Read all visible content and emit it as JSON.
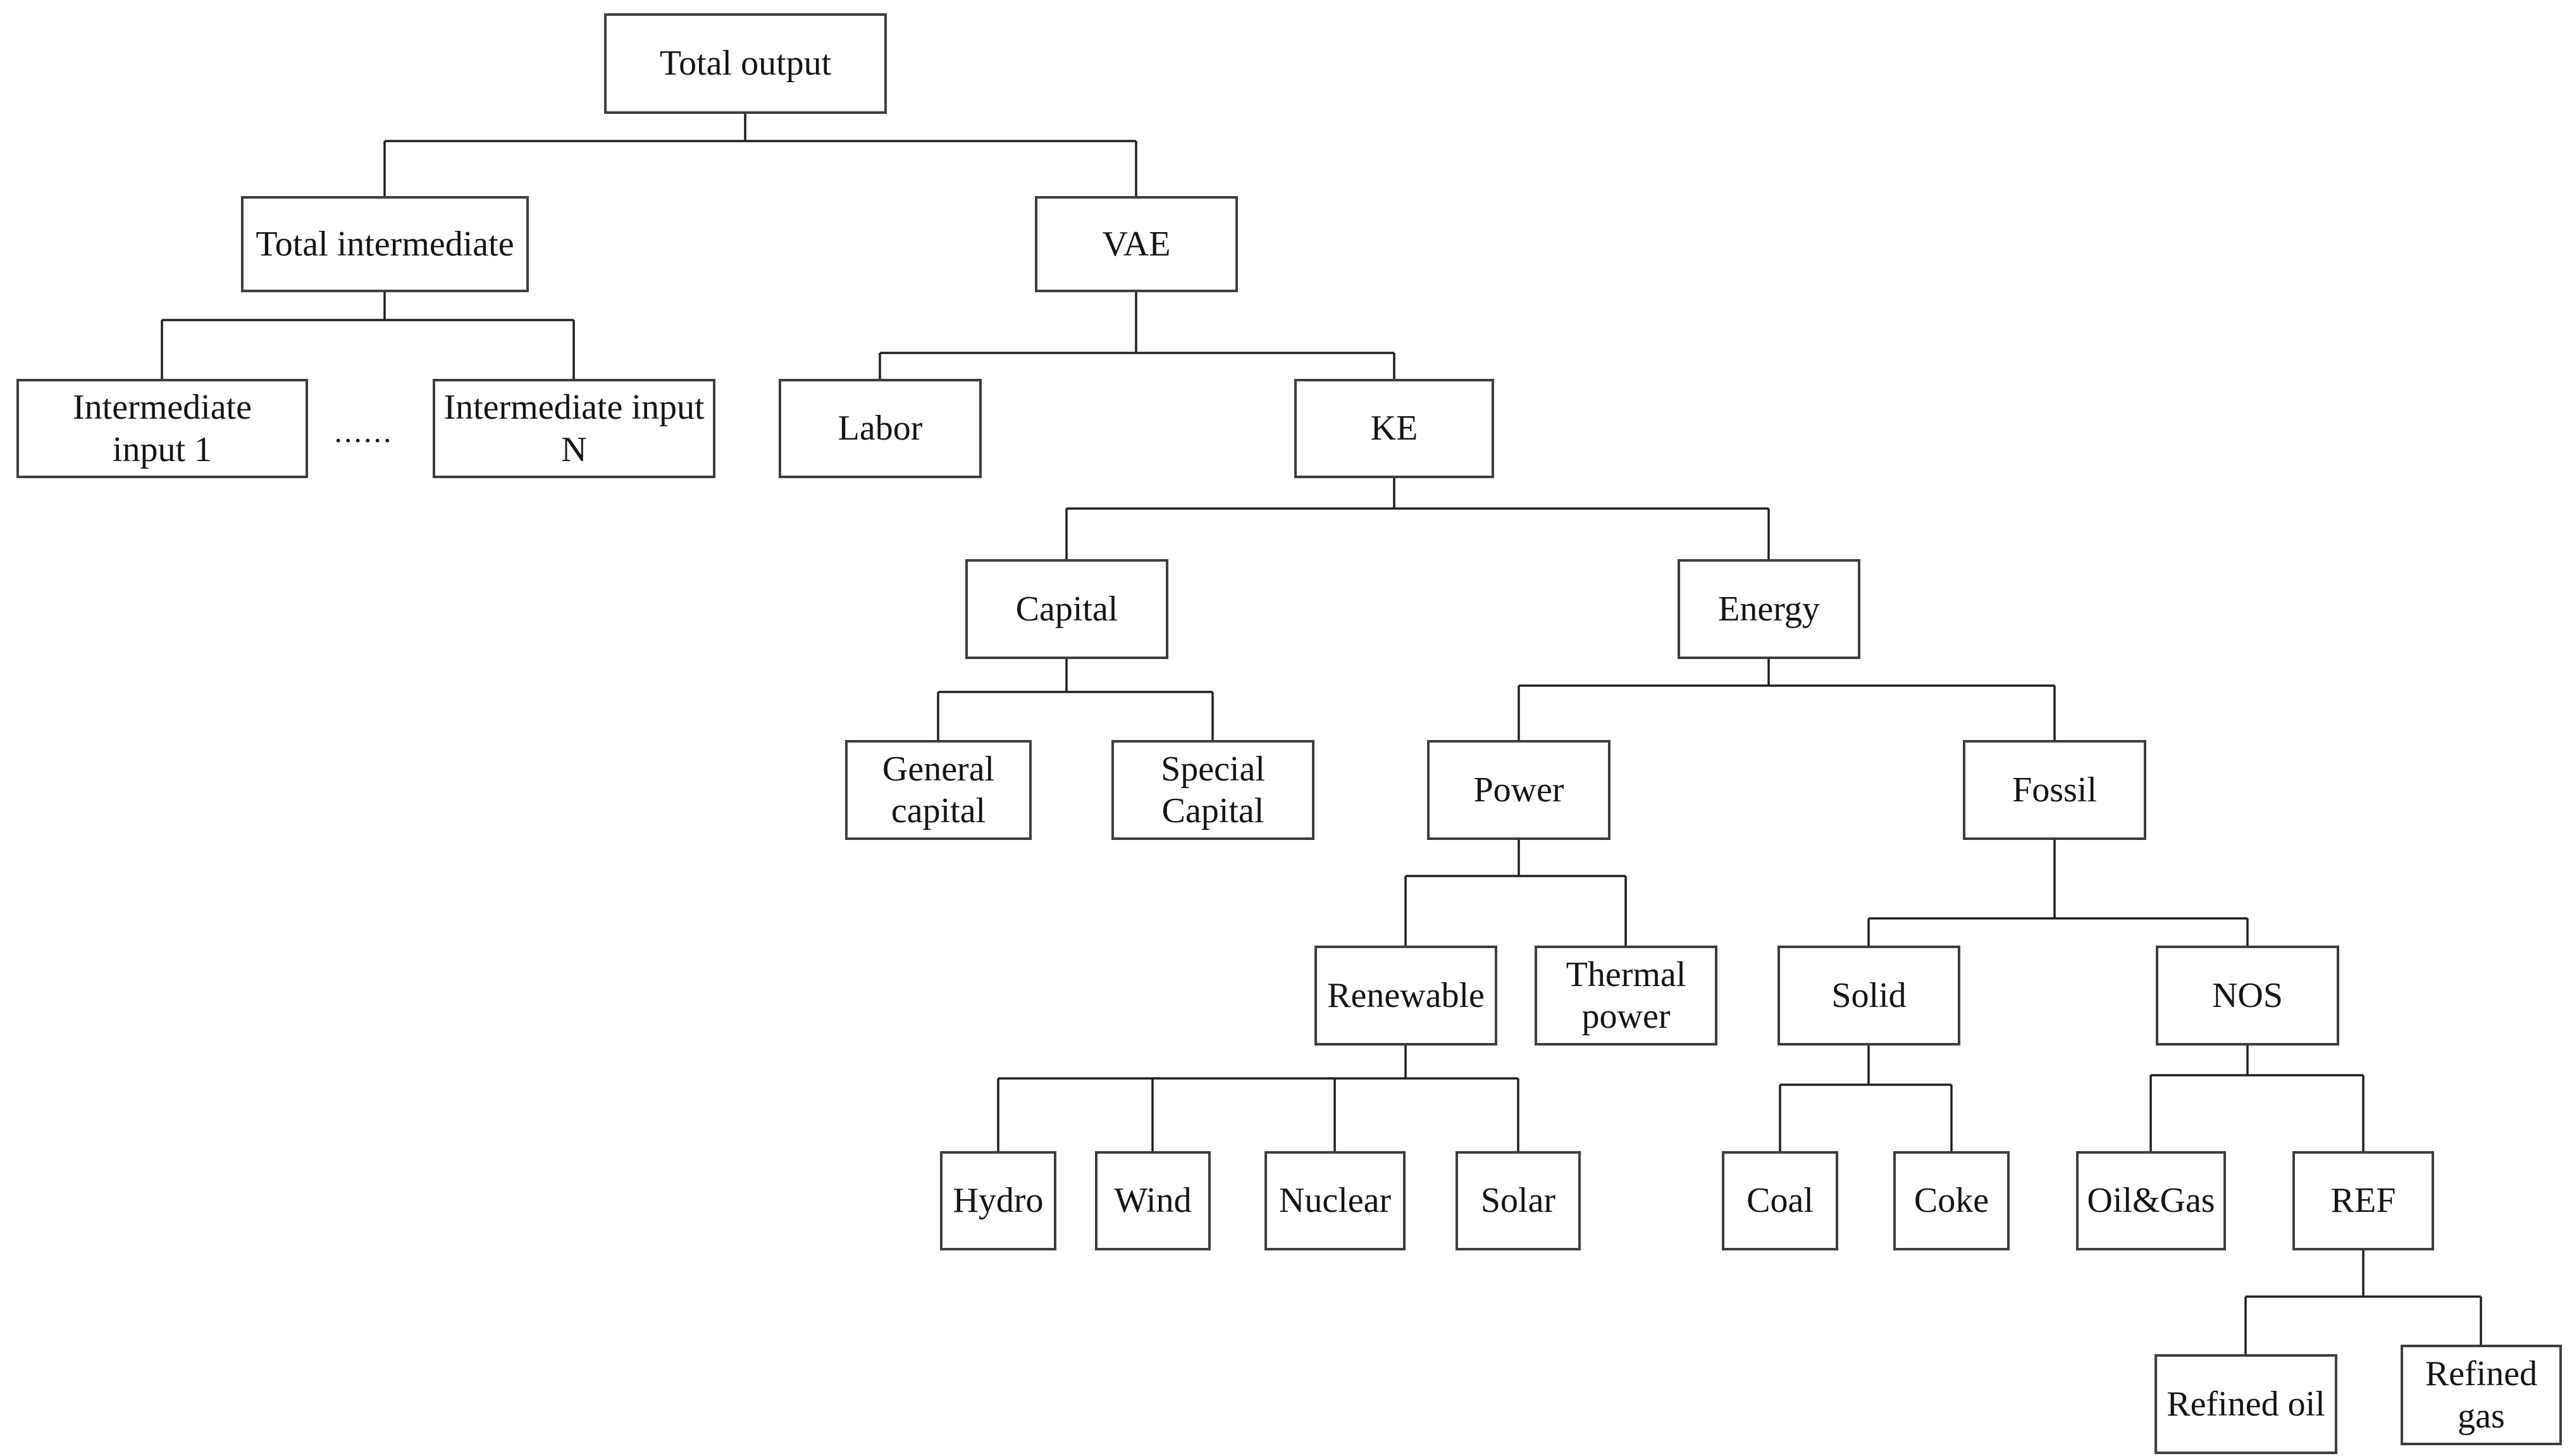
{
  "figure": {
    "type": "hierarchical-tree",
    "background": "#ffffff",
    "box_fill": "#ffffff",
    "box_border_color": "#3e3e3e",
    "line_color": "#1f1f1f",
    "text_color": "#141414"
  },
  "nodes": [
    {
      "id": "total-output",
      "label": "Total output"
    },
    {
      "id": "total-intermediate",
      "label": "Total intermediate"
    },
    {
      "id": "vae",
      "label": "VAE"
    },
    {
      "id": "intermediate-input-1",
      "label": "Intermediate\ninput 1"
    },
    {
      "id": "intermediate-input-n",
      "label": "Intermediate input\nN"
    },
    {
      "id": "labor",
      "label": "Labor"
    },
    {
      "id": "ke",
      "label": "KE"
    },
    {
      "id": "capital",
      "label": "Capital"
    },
    {
      "id": "energy",
      "label": "Energy"
    },
    {
      "id": "general-capital",
      "label": "General\ncapital"
    },
    {
      "id": "special-capital",
      "label": "Special\nCapital"
    },
    {
      "id": "power",
      "label": "Power"
    },
    {
      "id": "fossil",
      "label": "Fossil"
    },
    {
      "id": "renewable",
      "label": "Renewable"
    },
    {
      "id": "thermal-power",
      "label": "Thermal\npower"
    },
    {
      "id": "solid",
      "label": "Solid"
    },
    {
      "id": "nos",
      "label": "NOS"
    },
    {
      "id": "hydro",
      "label": "Hydro"
    },
    {
      "id": "wind",
      "label": "Wind"
    },
    {
      "id": "nuclear",
      "label": "Nuclear"
    },
    {
      "id": "solar",
      "label": "Solar"
    },
    {
      "id": "coal",
      "label": "Coal"
    },
    {
      "id": "coke",
      "label": "Coke"
    },
    {
      "id": "oil-gas",
      "label": "Oil&Gas"
    },
    {
      "id": "ref",
      "label": "REF"
    },
    {
      "id": "refined-oil",
      "label": "Refined oil"
    },
    {
      "id": "refined-gas",
      "label": "Refined\ngas"
    }
  ],
  "ellipsis": {
    "label": "......"
  },
  "edges": [
    [
      "total-output",
      "total-intermediate"
    ],
    [
      "total-output",
      "vae"
    ],
    [
      "total-intermediate",
      "intermediate-input-1"
    ],
    [
      "total-intermediate",
      "intermediate-input-n"
    ],
    [
      "vae",
      "labor"
    ],
    [
      "vae",
      "ke"
    ],
    [
      "ke",
      "capital"
    ],
    [
      "ke",
      "energy"
    ],
    [
      "capital",
      "general-capital"
    ],
    [
      "capital",
      "special-capital"
    ],
    [
      "energy",
      "power"
    ],
    [
      "energy",
      "fossil"
    ],
    [
      "power",
      "renewable"
    ],
    [
      "power",
      "thermal-power"
    ],
    [
      "fossil",
      "solid"
    ],
    [
      "fossil",
      "nos"
    ],
    [
      "renewable",
      "hydro"
    ],
    [
      "renewable",
      "wind"
    ],
    [
      "renewable",
      "nuclear"
    ],
    [
      "renewable",
      "solar"
    ],
    [
      "solid",
      "coal"
    ],
    [
      "solid",
      "coke"
    ],
    [
      "nos",
      "oil-gas"
    ],
    [
      "nos",
      "ref"
    ],
    [
      "ref",
      "refined-oil"
    ],
    [
      "ref",
      "refined-gas"
    ]
  ]
}
